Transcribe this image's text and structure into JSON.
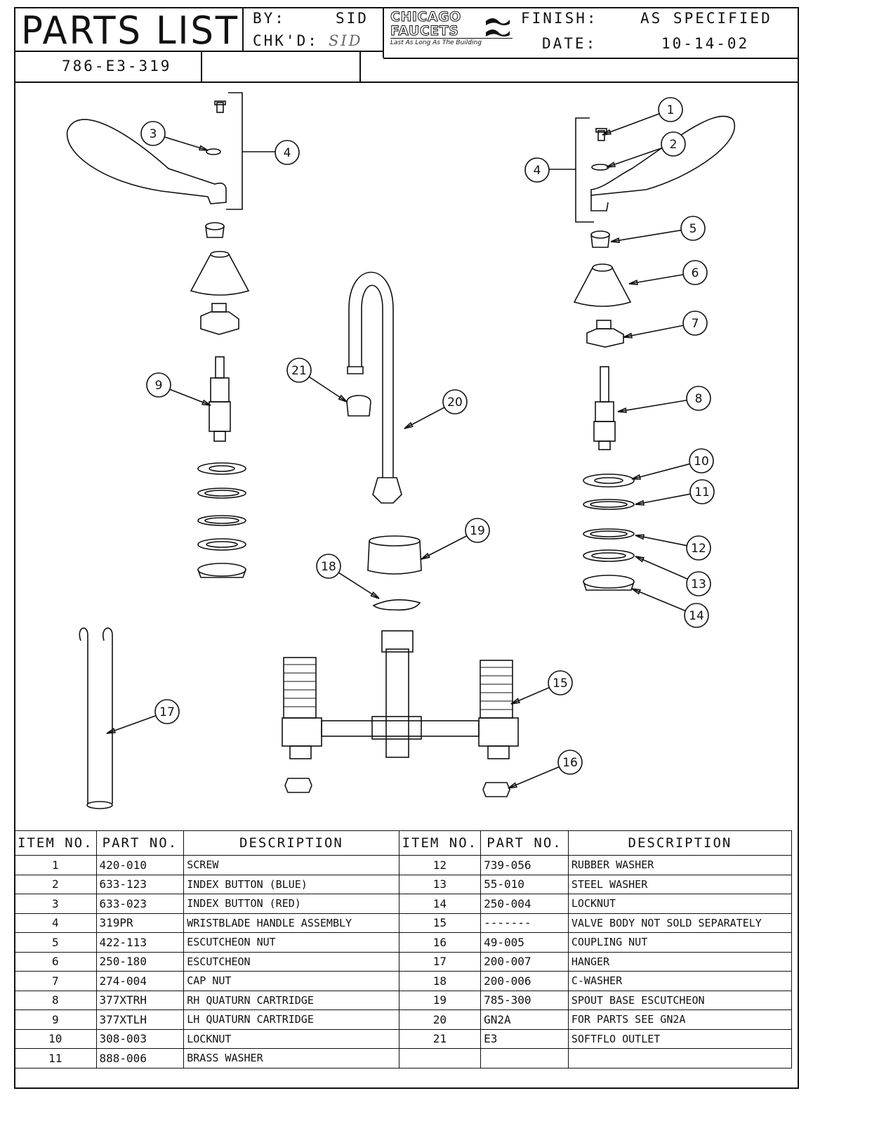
{
  "header": {
    "title": "PARTS LIST",
    "by_label": "BY:",
    "by_value": "SID",
    "checked_label": "CHK'D:",
    "checked_value": "SID",
    "finish_label": "FINISH:",
    "finish_value": "AS SPECIFIED",
    "date_label": "DATE:",
    "date_value": "10-14-02",
    "model_number": "786-E3-319",
    "logo": {
      "line1": "CHICAGO",
      "line2": "FAUCETS",
      "tagline": "Last As Long As The Building"
    }
  },
  "callouts": [
    "1",
    "2",
    "3",
    "4",
    "5",
    "6",
    "7",
    "8",
    "9",
    "10",
    "11",
    "12",
    "13",
    "14",
    "15",
    "16",
    "17",
    "18",
    "19",
    "20",
    "21"
  ],
  "table": {
    "headers": [
      "ITEM NO.",
      "PART NO.",
      "DESCRIPTION"
    ],
    "left": [
      {
        "item": "1",
        "part": "420-010",
        "desc": "SCREW"
      },
      {
        "item": "2",
        "part": "633-123",
        "desc": "INDEX BUTTON (BLUE)"
      },
      {
        "item": "3",
        "part": "633-023",
        "desc": "INDEX BUTTON (RED)"
      },
      {
        "item": "4",
        "part": "319PR",
        "desc": "WRISTBLADE HANDLE ASSEMBLY"
      },
      {
        "item": "5",
        "part": "422-113",
        "desc": "ESCUTCHEON NUT"
      },
      {
        "item": "6",
        "part": "250-180",
        "desc": "ESCUTCHEON"
      },
      {
        "item": "7",
        "part": "274-004",
        "desc": "CAP NUT"
      },
      {
        "item": "8",
        "part": "377XTRH",
        "desc": "RH QUATURN CARTRIDGE"
      },
      {
        "item": "9",
        "part": "377XTLH",
        "desc": "LH QUATURN CARTRIDGE"
      },
      {
        "item": "10",
        "part": "308-003",
        "desc": "LOCKNUT"
      },
      {
        "item": "11",
        "part": "888-006",
        "desc": "BRASS WASHER"
      }
    ],
    "right": [
      {
        "item": "12",
        "part": "739-056",
        "desc": "RUBBER WASHER"
      },
      {
        "item": "13",
        "part": "55-010",
        "desc": "STEEL WASHER"
      },
      {
        "item": "14",
        "part": "250-004",
        "desc": "LOCKNUT"
      },
      {
        "item": "15",
        "part": "-------",
        "desc": "VALVE BODY NOT SOLD SEPARATELY"
      },
      {
        "item": "16",
        "part": "49-005",
        "desc": "COUPLING NUT"
      },
      {
        "item": "17",
        "part": "200-007",
        "desc": "HANGER"
      },
      {
        "item": "18",
        "part": "200-006",
        "desc": "C-WASHER"
      },
      {
        "item": "19",
        "part": "785-300",
        "desc": "SPOUT BASE ESCUTCHEON"
      },
      {
        "item": "20",
        "part": "GN2A",
        "desc": "FOR PARTS SEE GN2A"
      },
      {
        "item": "21",
        "part": "E3",
        "desc": "SOFTFLO OUTLET"
      },
      {
        "item": "",
        "part": "",
        "desc": ""
      }
    ]
  }
}
